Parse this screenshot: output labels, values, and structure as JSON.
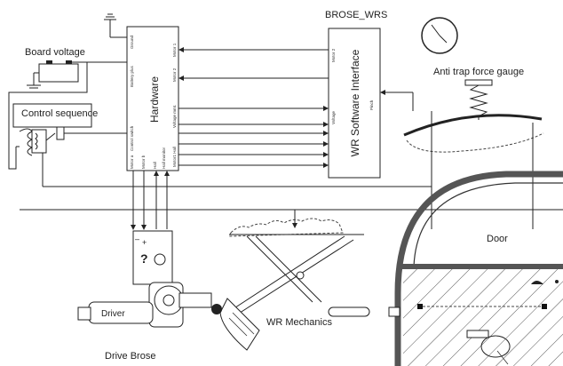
{
  "labels": {
    "brose_wrs": "BROSE_WRS",
    "board_voltage": "Board voltage",
    "control_sequence": "Control sequence",
    "hardware": "Hardware",
    "wr_software_interface": "WR Software Interface",
    "anti_trap": "Anti trap force gauge",
    "door": "Door",
    "wr_mechanics": "WR Mechanics",
    "driver": "Driver",
    "drive_brose": "Drive  Brose",
    "question": "?",
    "plus": "+",
    "minus": "–"
  },
  "hardware_pins": {
    "ground": "Ground",
    "battery_plus": "Battery plus",
    "control_switch": "Control switch",
    "motor_a": "Motor a",
    "motor_b": "Motor b",
    "hall": "Hall",
    "hall_monitor": "Hall monitor",
    "motor1": "Motor 1",
    "motor2": "Motor 2",
    "voltage_mmt": "Voltage mmt.",
    "motor_1_hall": "Motor1 Hall"
  },
  "wrs_pins": {
    "voltage": "Voltage",
    "motor2": "Motor 2",
    "pinch": "Pinch"
  }
}
